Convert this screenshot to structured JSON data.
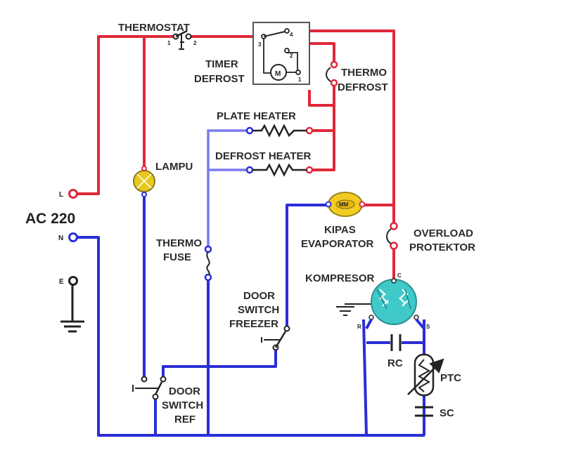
{
  "colors": {
    "live": "#e0283a",
    "neutral": "#2a2ed6",
    "ground": "#222222",
    "lamp_fill": "#e8c820",
    "fan_fill": "#f2cc22",
    "compressor_fill": "#3fc9c9",
    "box": "#555555"
  },
  "labels": {
    "thermostat": "THERMOSTAT",
    "thermostat_pin1": "1",
    "thermostat_pin2": "2",
    "timer_line1": "TIMER",
    "timer_line2": "DEFROST",
    "timer_motor": "M",
    "timer_pin1": "1",
    "timer_pin2": "2",
    "timer_pin3": "3",
    "timer_pin4": "4",
    "thermo_defrost_line1": "THERMO",
    "thermo_defrost_line2": "DEFROST",
    "plate_heater": "PLATE HEATER",
    "defrost_heater": "DEFROST HEATER",
    "lampu": "LAMPU",
    "ac": "AC 220",
    "terminal_l": "L",
    "terminal_n": "N",
    "terminal_e": "E",
    "kipas_line1": "KIPAS",
    "kipas_line2": "EVAPORATOR",
    "fan_motor": "MM",
    "overload_line1": "OVERLOAD",
    "overload_line2": "PROTEKTOR",
    "thermo_fuse_line1": "THERMO",
    "thermo_fuse_line2": "FUSE",
    "kompresor": "KOMPRESOR",
    "comp_c": "C",
    "comp_r": "R",
    "comp_s": "S",
    "door_freezer_line1": "DOOR",
    "door_freezer_line2": "SWITCH",
    "door_freezer_line3": "FREEZER",
    "door_ref_line1": "DOOR",
    "door_ref_line2": "SWITCH",
    "door_ref_line3": "REF",
    "rc": "RC",
    "ptc": "PTC",
    "sc": "SC"
  }
}
